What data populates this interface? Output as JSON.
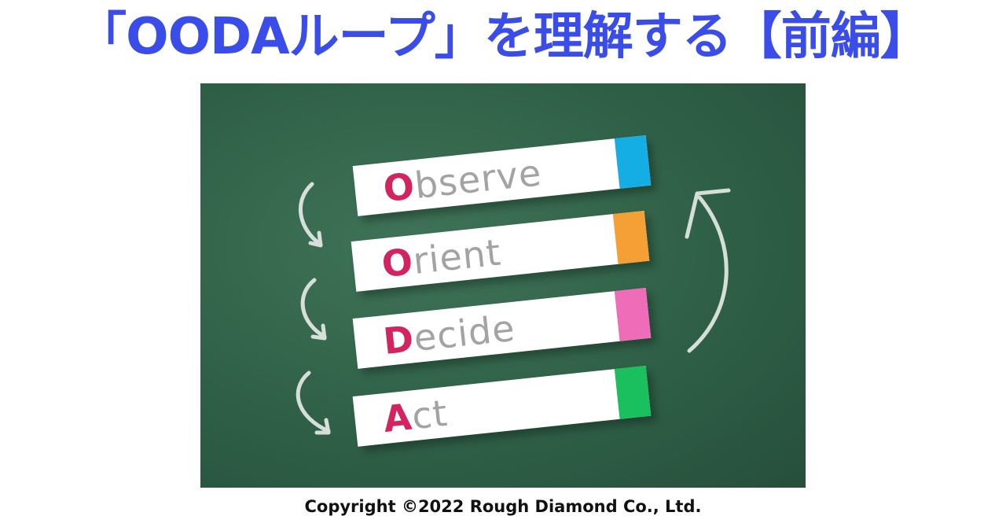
{
  "header": {
    "title": "「OODAループ」を理解する【前編】"
  },
  "board": {
    "cards": [
      {
        "initial": "O",
        "rest": "bserve",
        "tab_color": "#14aee4"
      },
      {
        "initial": "O",
        "rest": "rient",
        "tab_color": "#f5a035"
      },
      {
        "initial": "D",
        "rest": "ecide",
        "tab_color": "#ef6cb9"
      },
      {
        "initial": "A",
        "rest": "ct",
        "tab_color": "#19c05d"
      }
    ],
    "board_color": "#2f6047",
    "initial_color": "#d2245f"
  },
  "footer": {
    "copyright": "Copyright ©2022 Rough Diamond Co., Ltd."
  }
}
